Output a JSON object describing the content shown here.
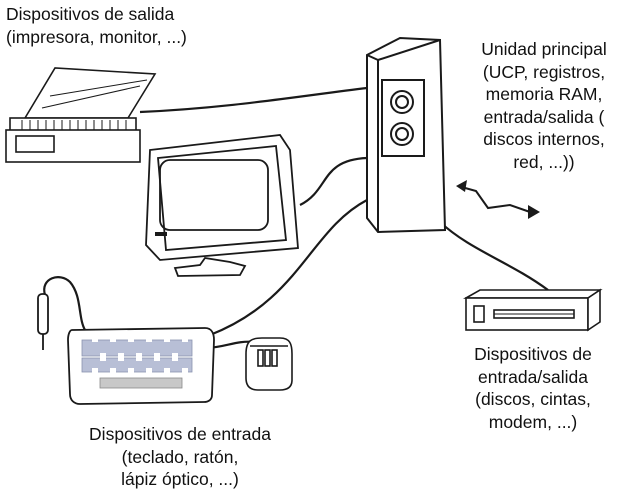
{
  "labels": {
    "output_devices": [
      "Dispositivos de salida",
      "(impresora, monitor, ...)"
    ],
    "main_unit": [
      "Unidad principal",
      "(UCP, registros,",
      "memoria RAM,",
      "entrada/salida (",
      "discos internos,",
      "red, ...))"
    ],
    "input_devices": [
      "Dispositivos de entrada",
      "(teclado, ratón,",
      "lápiz óptico, ...)"
    ],
    "io_devices": [
      "Dispositivos de",
      "entrada/salida",
      "(discos, cintas,",
      "modem, ...)"
    ]
  },
  "colors": {
    "line": "#1a1a1a",
    "device_fill": "#ffffff",
    "key_fill": "#b8bfd6",
    "panel_fill": "#c8c8c8"
  },
  "icons": [
    "printer-icon",
    "monitor-icon",
    "main-unit-icon",
    "keyboard-icon",
    "mouse-icon",
    "light-pen-icon",
    "tape-drive-icon",
    "network-bolt-icon"
  ]
}
